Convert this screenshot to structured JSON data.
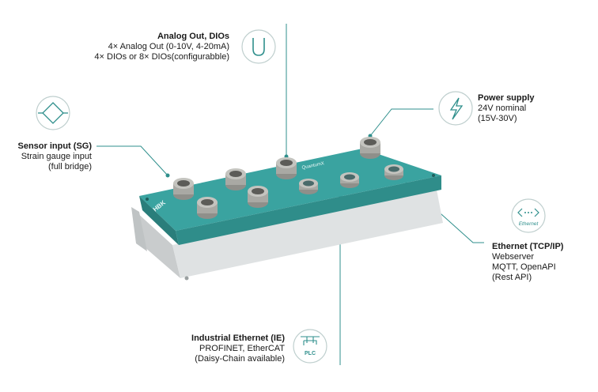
{
  "colors": {
    "accent": "#2f8f8c",
    "housing": "#3aa3a0",
    "housing_dark": "#2a7e7b",
    "base": "#d9dcdd",
    "connector": "#a9a9a4"
  },
  "device": {
    "brand": "HBK",
    "module": "QuantumX"
  },
  "callouts": {
    "analog": {
      "title": "Analog Out, DIOs",
      "line1": "4× Analog Out (0-10V, 4-20mA)",
      "line2": "4× DIOs or 8× DIOs(configurabble)",
      "icon": "u-shape-icon"
    },
    "power": {
      "title": "Power supply",
      "line1": "24V nominal",
      "line2": "(15V-30V)",
      "icon": "lightning-icon"
    },
    "sensor": {
      "title": "Sensor input (SG)",
      "line1": "Strain gauge input",
      "line2": "(full bridge)",
      "icon": "bridge-icon"
    },
    "ethernet": {
      "title": "Ethernet (TCP/IP)",
      "line1": "Webserver",
      "line2": "MQTT, OpenAPI",
      "line3": "(Rest API)",
      "icon": "ethernet-icon",
      "icon_label": "Ethernet"
    },
    "industrial": {
      "title": "Industrial Ethernet (IE)",
      "line1": "PROFINET, EtherCAT",
      "line2": "(Daisy-Chain available)",
      "icon": "plc-icon",
      "icon_label": "PLC"
    }
  }
}
